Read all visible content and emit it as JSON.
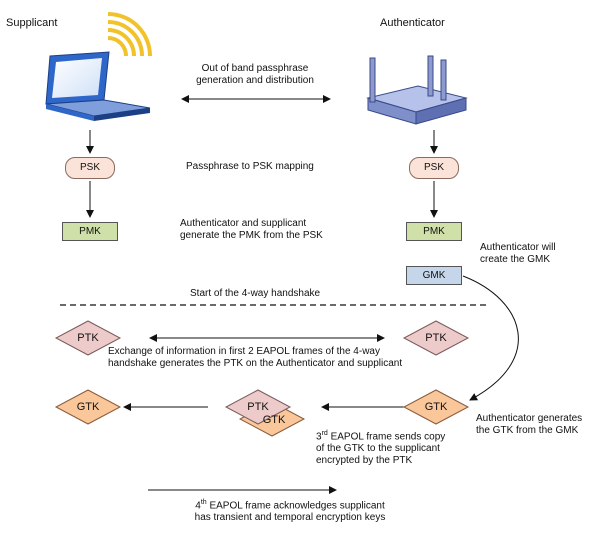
{
  "labels": {
    "supplicant": "Supplicant",
    "authenticator": "Authenticator"
  },
  "notes": {
    "out_of_band_l1": "Out of band passphrase",
    "out_of_band_l2": "generation and distribution",
    "psk_mapping": "Passphrase to PSK mapping",
    "pmk_gen_l1": "Authenticator and supplicant",
    "pmk_gen_l2": "generate the PMK from the PSK",
    "gmk_l1": "Authenticator will",
    "gmk_l2": "create the GMK",
    "handshake_start": "Start of the 4-way handshake",
    "ptk_exchange_l1": "Exchange of information in first 2 EAPOL frames of the 4-way",
    "ptk_exchange_l2": "handshake generates the PTK on the Authenticator and supplicant",
    "gtk_gen_l1": "Authenticator generates",
    "gtk_gen_l2": "the GTK from the GMK",
    "third_frame_num": "3",
    "third_frame_sup": "rd",
    "third_frame_l1": " EAPOL frame sends copy",
    "third_frame_l2": "of the GTK to the supplicant",
    "third_frame_l3": "encrypted by the PTK",
    "fourth_frame_num": "4",
    "fourth_frame_sup": "th",
    "fourth_frame_l1": " EAPOL frame acknowledges supplicant",
    "fourth_frame_l2": "has transient and temporal encryption keys"
  },
  "keys": {
    "psk": "PSK",
    "pmk": "PMK",
    "gmk": "GMK",
    "ptk": "PTK",
    "gtk": "GTK"
  },
  "colors": {
    "psk_fill": "#fbe3d9",
    "pmk_fill": "#cfe0a9",
    "gmk_fill": "#c6d6ea",
    "ptk_fill": "#eecbcb",
    "gtk_fill": "#f9c79a",
    "wifi_waves": "#f2c22a",
    "laptop_blue": "#2f66c9",
    "router_blue": "#7f8fc9"
  },
  "icons": [
    "laptop-wifi-icon",
    "wireless-router-icon"
  ]
}
